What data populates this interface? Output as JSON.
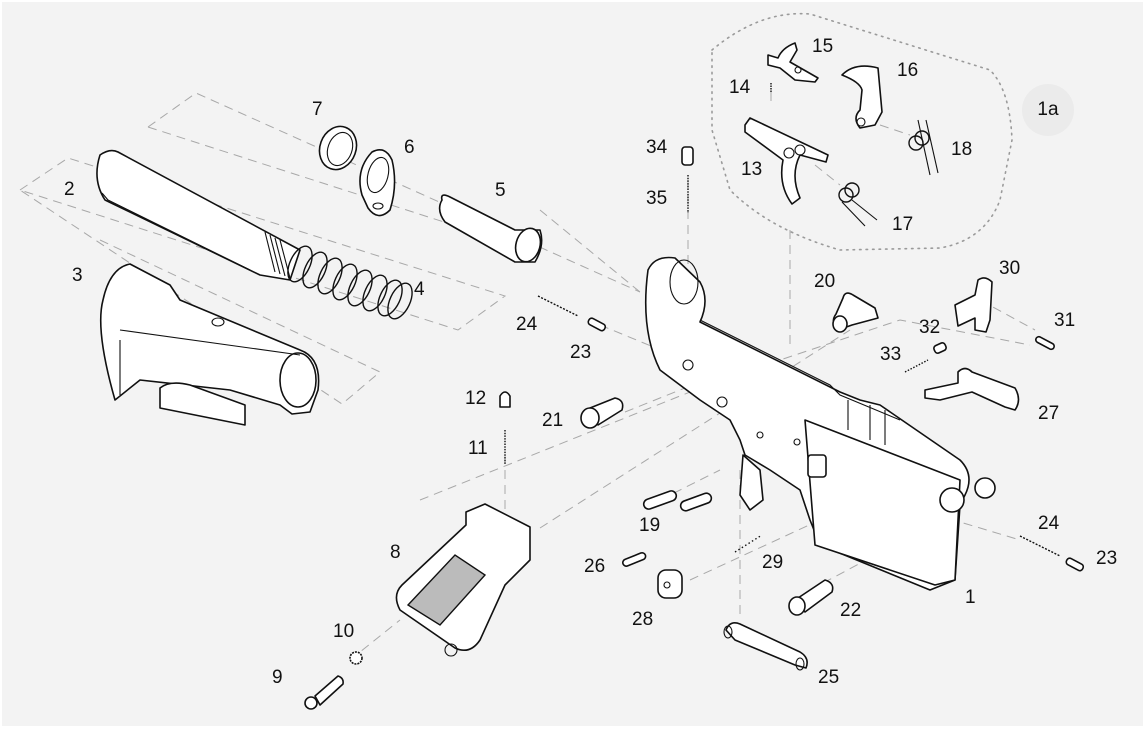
{
  "diagram": {
    "title": "Lower receiver exploded parts diagram",
    "colors": {
      "background": "#f3f3f3",
      "line": "#111111",
      "guide": "#a8a8a8",
      "badge": "#ebebeb"
    },
    "group_badge": "1a",
    "parts": [
      {
        "id": "1",
        "label": "1",
        "name": "lower-receiver"
      },
      {
        "id": "2",
        "label": "2",
        "name": "buffer-tube"
      },
      {
        "id": "3",
        "label": "3",
        "name": "stock"
      },
      {
        "id": "4",
        "label": "4",
        "name": "buffer-spring"
      },
      {
        "id": "5",
        "label": "5",
        "name": "buffer"
      },
      {
        "id": "6",
        "label": "6",
        "name": "end-plate"
      },
      {
        "id": "7",
        "label": "7",
        "name": "castle-nut"
      },
      {
        "id": "8",
        "label": "8",
        "name": "pistol-grip"
      },
      {
        "id": "9",
        "label": "9",
        "name": "grip-screw"
      },
      {
        "id": "10",
        "label": "10",
        "name": "lock-washer"
      },
      {
        "id": "11",
        "label": "11",
        "name": "selector-spring"
      },
      {
        "id": "12",
        "label": "12",
        "name": "selector-detent"
      },
      {
        "id": "13",
        "label": "13",
        "name": "trigger"
      },
      {
        "id": "14",
        "label": "14",
        "name": "disconnector-spring"
      },
      {
        "id": "15",
        "label": "15",
        "name": "disconnector"
      },
      {
        "id": "16",
        "label": "16",
        "name": "hammer"
      },
      {
        "id": "17",
        "label": "17",
        "name": "trigger-spring"
      },
      {
        "id": "18",
        "label": "18",
        "name": "hammer-spring"
      },
      {
        "id": "19",
        "label": "19",
        "name": "trigger-hammer-pins"
      },
      {
        "id": "20",
        "label": "20",
        "name": "safety-selector"
      },
      {
        "id": "21",
        "label": "21",
        "name": "takedown-pin"
      },
      {
        "id": "22",
        "label": "22",
        "name": "pivot-pin"
      },
      {
        "id": "23a",
        "label": "23",
        "name": "detent-pin-rear"
      },
      {
        "id": "24a",
        "label": "24",
        "name": "detent-spring-rear"
      },
      {
        "id": "23b",
        "label": "23",
        "name": "detent-pin-front"
      },
      {
        "id": "24b",
        "label": "24",
        "name": "detent-spring-front"
      },
      {
        "id": "25",
        "label": "25",
        "name": "trigger-guard"
      },
      {
        "id": "26",
        "label": "26",
        "name": "roll-pin"
      },
      {
        "id": "27",
        "label": "27",
        "name": "magazine-catch"
      },
      {
        "id": "28",
        "label": "28",
        "name": "magazine-button"
      },
      {
        "id": "29",
        "label": "29",
        "name": "magazine-catch-spring"
      },
      {
        "id": "30",
        "label": "30",
        "name": "bolt-catch"
      },
      {
        "id": "31",
        "label": "31",
        "name": "bolt-catch-roll-pin"
      },
      {
        "id": "32",
        "label": "32",
        "name": "bolt-catch-plunger"
      },
      {
        "id": "33",
        "label": "33",
        "name": "bolt-catch-spring"
      },
      {
        "id": "34",
        "label": "34",
        "name": "buffer-retainer"
      },
      {
        "id": "35",
        "label": "35",
        "name": "buffer-retainer-spring"
      }
    ]
  }
}
